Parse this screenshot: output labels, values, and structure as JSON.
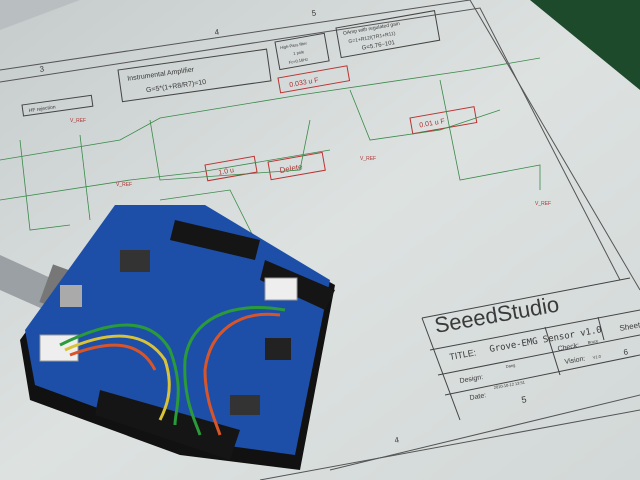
{
  "schematic": {
    "zone_numbers": [
      "3",
      "4",
      "5"
    ],
    "blocks": {
      "inst_amp_title": "Instrumental Amplifier",
      "inst_amp_gain": "G=5*(1+R8/R7)=10",
      "hpf_title": "High-Pass filter",
      "hpf_pole": "1 pole",
      "hpf_freq": "Fc=0.16Hz",
      "opamp_title": "OAmp with regulated gain",
      "opamp_formula": "G=1+R12/(TR1+R11)",
      "opamp_range": "G=5.76~101",
      "hf_rejection": "HF rejection",
      "cap_1": "0.033 u F",
      "cap_2": "0.01 u F",
      "cap_3": "1.0 u",
      "delete_label": "Delete",
      "vref": "V_REF"
    },
    "title_block": {
      "company": "SeeedStudio",
      "title_label": "TITLE:",
      "title_value": "Grove-EMG Sensor v1.0",
      "check_label": "Check:",
      "check_value": "Bruce",
      "sheet_label": "Sheet",
      "sheet_value": "6",
      "design_label": "Design:",
      "design_value": "Dang",
      "vision_label": "Vision:",
      "vision_value": "V1.0",
      "date_label": "Date:",
      "date_value": "2010-10-12 13:51",
      "page_number": "5",
      "bottom_zone": "4"
    }
  },
  "colors": {
    "paper": "#d8dedd",
    "board": "#1d4fa8",
    "mat": "#1e4a2c",
    "wire_green": "#2a9a3a",
    "wire_orange": "#d8552a",
    "wire_yellow": "#d8c23a"
  }
}
